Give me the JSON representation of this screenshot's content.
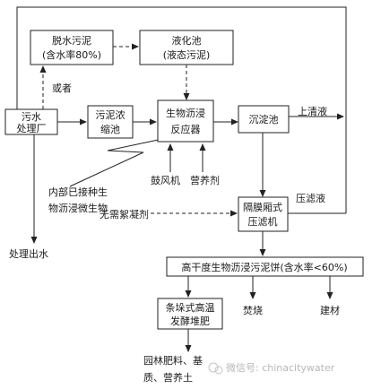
{
  "nodes": {
    "dewater_sludge": {
      "line1": "脱水污泥",
      "line2": "(含水率80%)"
    },
    "liquefaction": {
      "line1": "液化池",
      "line2": "(液态污泥)"
    },
    "wwtp": {
      "line1": "污水",
      "line2": "处理厂"
    },
    "thickener": {
      "line1": "污泥浓",
      "line2": "缩池"
    },
    "bioreactor": {
      "line1": "生物沥浸",
      "line2": "反应器"
    },
    "sedimentation": {
      "line1": "沉淀池"
    },
    "filter_press": {
      "line1": "隔膜厢式",
      "line2": "压滤机"
    },
    "sludge_cake": {
      "line1": "高干度生物沥浸污泥饼(含水率<60%)"
    },
    "compost": {
      "line1": "条垛式高温",
      "line2": "发酵堆肥"
    }
  },
  "labels": {
    "or": "或者",
    "supernatant": "上清液",
    "filtrate": "压滤液",
    "blower": "鼓风机",
    "nutrient": "营养剂",
    "inoculated_1": "内部已接种生",
    "inoculated_2": "物沥浸微生物",
    "no_flocculant": "无需絮凝剂",
    "effluent": "处理出水",
    "incineration": "焚烧",
    "building_material": "建材",
    "garden_1": "园林肥料、基",
    "garden_2": "质、营养土"
  },
  "watermark": {
    "text": "微信号: chinacitywater"
  }
}
